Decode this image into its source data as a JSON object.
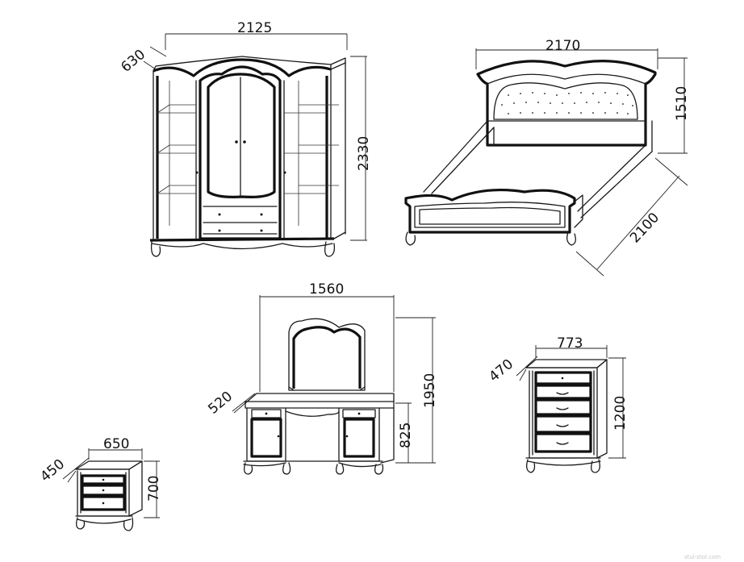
{
  "drawing": {
    "wardrobe": {
      "width": "2125",
      "depth": "630",
      "height": "2330"
    },
    "bed": {
      "width": "2170",
      "height": "1510",
      "length": "2100"
    },
    "dressing_table": {
      "width": "1560",
      "depth": "520",
      "total_height": "1950",
      "table_height": "825"
    },
    "chest_of_drawers": {
      "width": "773",
      "depth": "470",
      "height": "1200"
    },
    "nightstand": {
      "width": "650",
      "depth": "450",
      "height": "700"
    },
    "watermark": "stul-stol.com"
  }
}
